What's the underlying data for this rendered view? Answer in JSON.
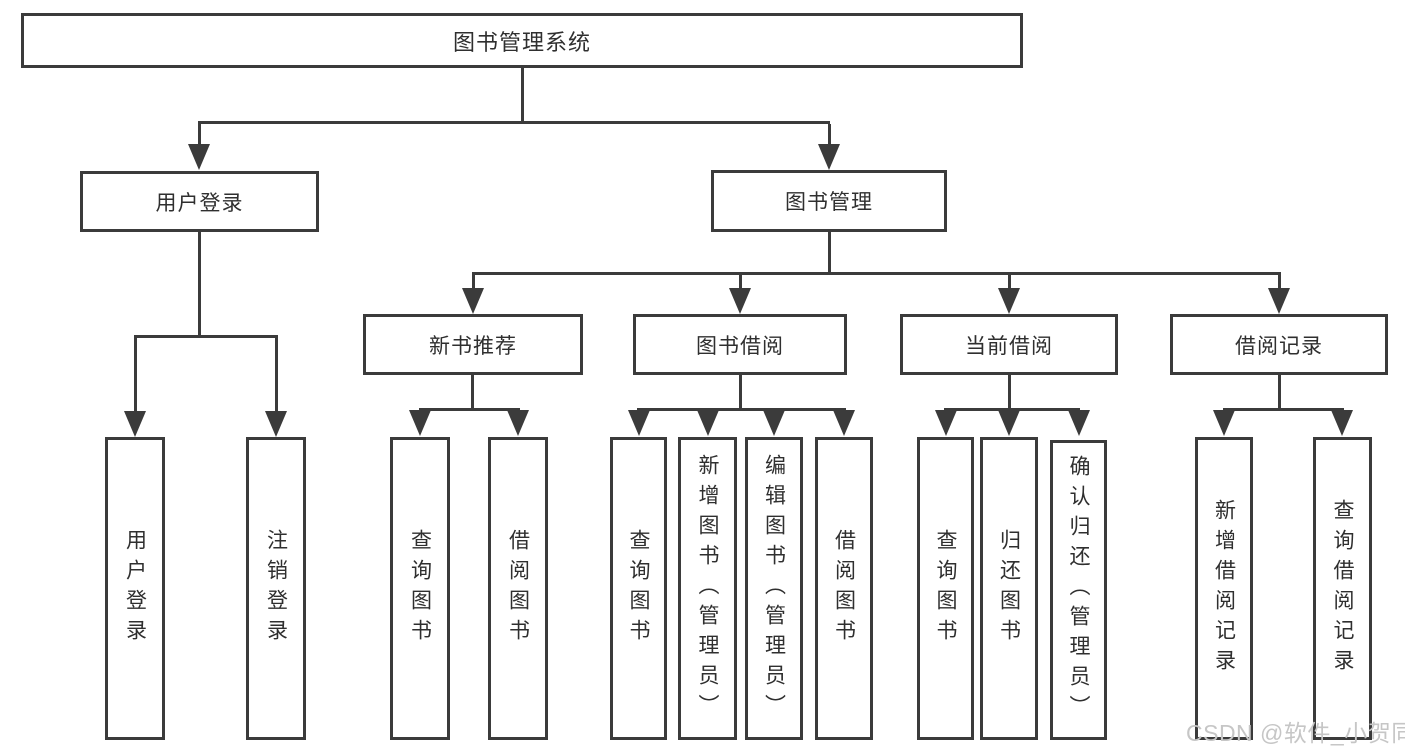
{
  "diagram_type": "hierarchy-tree",
  "tree": {
    "label": "图书管理系统",
    "children": [
      {
        "label": "用户登录",
        "children": [
          {
            "label": "用户登录"
          },
          {
            "label": "注销登录"
          }
        ]
      },
      {
        "label": "图书管理",
        "children": [
          {
            "label": "新书推荐",
            "children": [
              {
                "label": "查询图书"
              },
              {
                "label": "借阅图书"
              }
            ]
          },
          {
            "label": "图书借阅",
            "children": [
              {
                "label": "查询图书"
              },
              {
                "label": "新增图书（管理员）"
              },
              {
                "label": "编辑图书（管理员）"
              },
              {
                "label": "借阅图书"
              }
            ]
          },
          {
            "label": "当前借阅",
            "children": [
              {
                "label": "查询图书"
              },
              {
                "label": "归还图书"
              },
              {
                "label": "确认归还（管理员）"
              }
            ]
          },
          {
            "label": "借阅记录",
            "children": [
              {
                "label": "新增借阅记录"
              },
              {
                "label": "查询借阅记录"
              }
            ]
          }
        ]
      }
    ]
  },
  "watermark": {
    "text": "CSDN @软件_小贺同学"
  },
  "colors": {
    "line": "#3b3b3b",
    "text": "#2f2f2f",
    "watermark": "#c6c6c6",
    "background": "#ffffff",
    "box_fill": "#ffffff"
  }
}
